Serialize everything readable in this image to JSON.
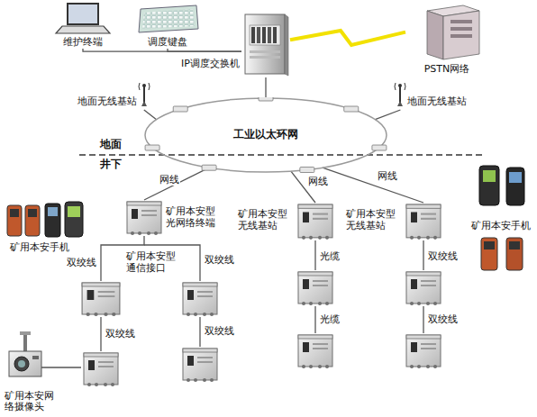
{
  "diagram": {
    "nodes": [
      {
        "text": [
          "维护终端"
        ]
      },
      {
        "text": [
          "调度键盘"
        ]
      },
      {
        "text": [
          "IP调度交换机"
        ]
      },
      {
        "text": [
          "PSTN网络"
        ]
      },
      {
        "text": [
          "地面无线基站"
        ]
      },
      {
        "text": [
          "地面无线基站"
        ]
      },
      {
        "text": [
          "工业以太环网"
        ]
      },
      {
        "text": [
          "矿用本安型光网络终端"
        ]
      },
      {
        "text": [
          "矿用本安型无线基站"
        ]
      },
      {
        "text": [
          "矿用本安型无线基站"
        ]
      },
      {
        "text": [
          "矿用本安型通信接口"
        ]
      }
    ],
    "edges": [
      {
        "from": 0,
        "to": 2,
        "arrow": "none"
      },
      {
        "from": 1,
        "to": 2,
        "arrow": "none"
      },
      {
        "from": 2,
        "to": 3,
        "arrow": "none"
      },
      {
        "from": 2,
        "to": 6,
        "arrow": "none"
      },
      {
        "from": 4,
        "to": 6,
        "arrow": "none"
      },
      {
        "from": 5,
        "to": 6,
        "arrow": "none"
      },
      {
        "from": 6,
        "to": 7,
        "label": "网线",
        "arrow": "none"
      },
      {
        "from": 6,
        "to": 8,
        "label": "网线",
        "arrow": "none"
      },
      {
        "from": 6,
        "to": 9,
        "label": "网线",
        "arrow": "none"
      },
      {
        "from": 7,
        "to": 10,
        "label": "双绞线",
        "arrow": "none"
      }
    ],
    "labels": [
      "地面",
      "井下",
      "双绞线",
      "双绞线",
      "双绞线",
      "光缆",
      "光缆",
      "双绞线",
      "双绞线",
      "矿用本安手机",
      "矿用本安手机",
      "矿用本安网络摄像头"
    ]
  }
}
